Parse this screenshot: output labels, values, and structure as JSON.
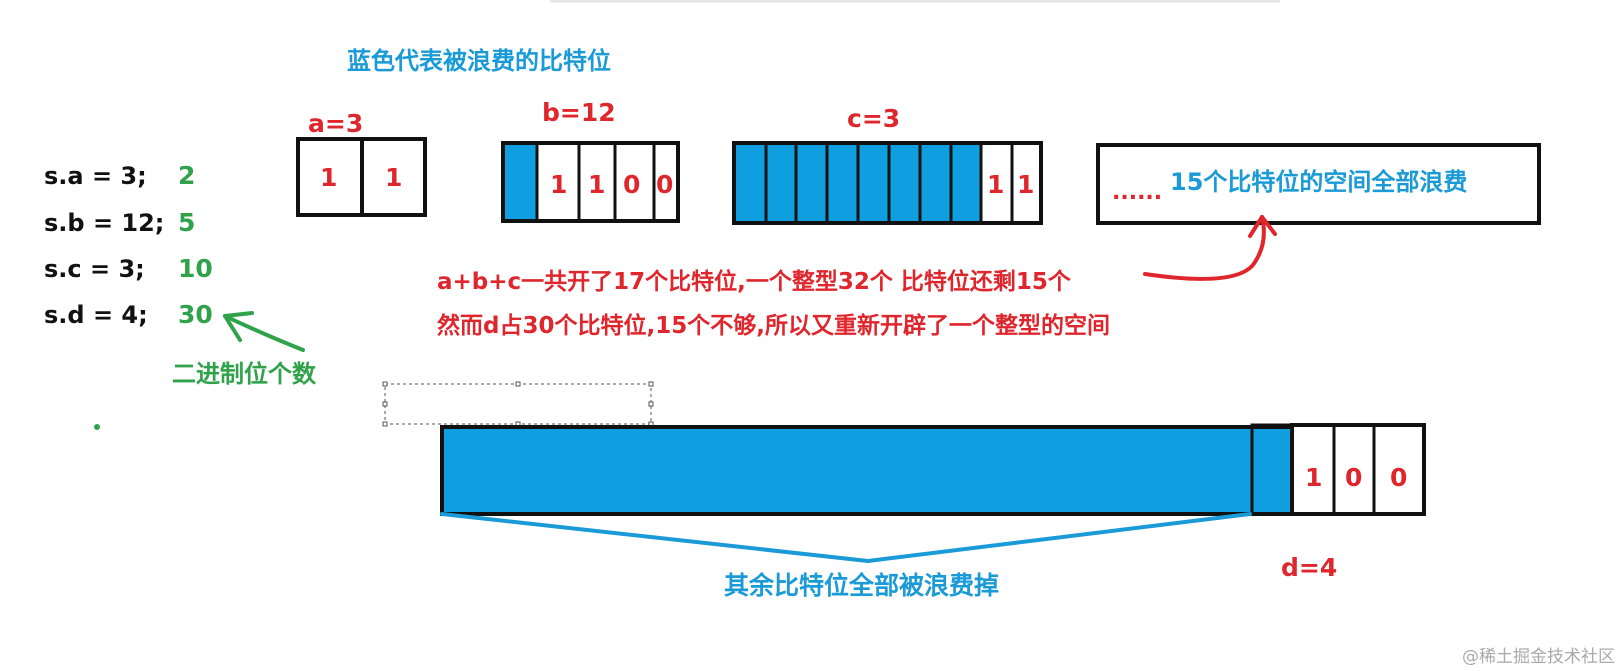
{
  "caption_top": "蓝色代表被浪费的比特位",
  "code": [
    {
      "stmt": "s.a = 3;",
      "bits": "2"
    },
    {
      "stmt": "s.b = 12;",
      "bits": "5"
    },
    {
      "stmt": "s.c = 3;",
      "bits": "10"
    },
    {
      "stmt": "s.d = 4;",
      "bits": "30"
    }
  ],
  "bits_note": "二进制位个数",
  "fields": {
    "a": {
      "label": "a=3",
      "bits": [
        "1",
        "1"
      ]
    },
    "b": {
      "label": "b=12",
      "bits": [
        "1",
        "1",
        "0",
        "0"
      ]
    },
    "c": {
      "label": "c=3",
      "bits": [
        "1",
        "1"
      ]
    },
    "d": {
      "label": "d=4",
      "bits": [
        "1",
        "0",
        "0"
      ]
    }
  },
  "waste_box": {
    "dots": "......",
    "text": "15个比特位的空间全部浪费"
  },
  "explanation": [
    "a+b+c一共开了17个比特位,一个整型32个 比特位还剩15个",
    "然而d占30个比特位,15个不够,所以又重新开辟了一个整型的空间"
  ],
  "rest_wasted": "其余比特位全部被浪费掉",
  "watermark": "@稀土掘金技术社区",
  "colors": {
    "blue_fill": "#0f9ee0",
    "blue_text": "#1a9ad6",
    "red_text": "#e0262d",
    "green_text": "#2fa24a"
  }
}
